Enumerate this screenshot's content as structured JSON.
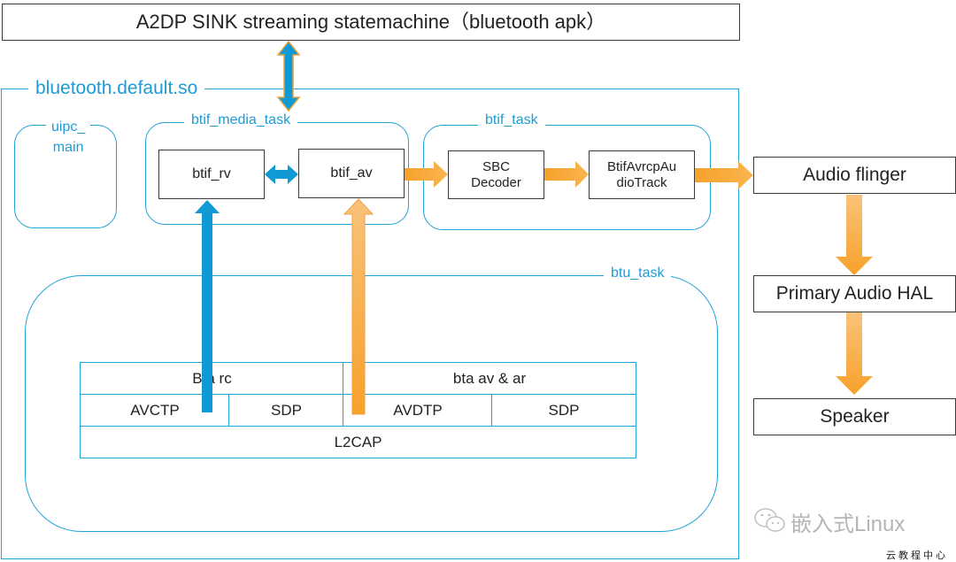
{
  "top_box": {
    "label": "A2DP SINK streaming statemachine（bluetooth apk）"
  },
  "library": {
    "label": "bluetooth.default.so",
    "uipc": {
      "label_line1": "uipc_",
      "label_line2": "main"
    },
    "btif_media_task": {
      "label": "btif_media_task",
      "btif_rv": "btif_rv",
      "btif_av": "btif_av"
    },
    "btif_task": {
      "label": "btif_task",
      "sbc_line1": "SBC",
      "sbc_line2": "Decoder",
      "track_line1": "BtifAvrcpAu",
      "track_line2": "dioTrack"
    },
    "btu_task": {
      "label": "btu_task",
      "stack": {
        "bta_rc": "Bta rc",
        "bta_av_ar": "bta av & ar",
        "avctp": "AVCTP",
        "sdp_left": "SDP",
        "avdtp": "AVDTP",
        "sdp_right": "SDP",
        "l2cap": "L2CAP"
      }
    }
  },
  "outside_chain": {
    "audio_flinger": "Audio flinger",
    "primary_hal": "Primary Audio HAL",
    "speaker": "Speaker"
  },
  "watermark": {
    "main": "嵌入式Linux",
    "sub": "云教程中心"
  },
  "colors": {
    "frame_blue": "#1fa1d8",
    "arrow_blue": "#0f9ad6",
    "arrow_orange": "#f7a12a",
    "box_border": "#3a3a3a"
  }
}
